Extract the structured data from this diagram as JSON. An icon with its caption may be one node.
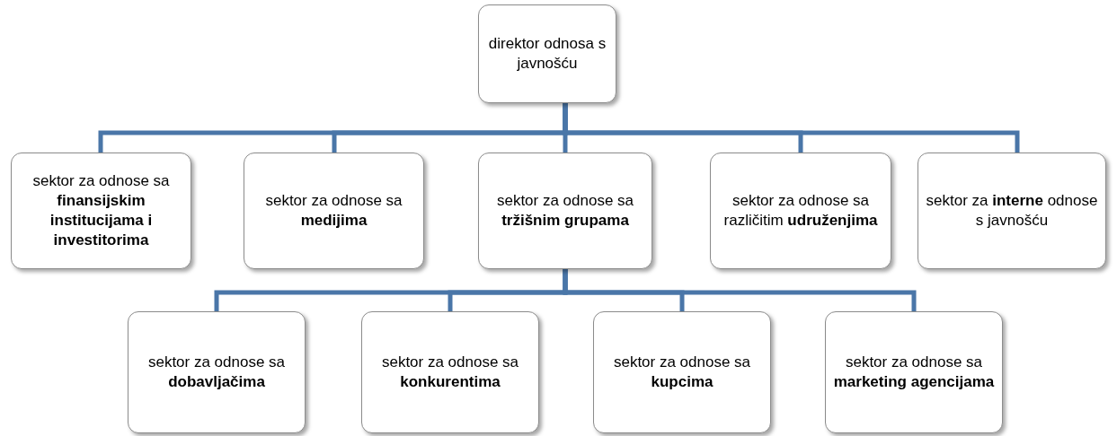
{
  "diagram": {
    "nodes": [
      {
        "text": [
          "direktor odnosa s javnošću"
        ]
      },
      {
        "text": [
          "sektor za odnose sa **finansijskim institucijama i investitorima**"
        ]
      },
      {
        "text": [
          "sektor za odnose sa **medijima**"
        ]
      },
      {
        "text": [
          "sektor za odnose sa **tržišnim grupama**"
        ]
      },
      {
        "text": [
          "sektor za odnose sa različitim **udruženjima**"
        ]
      },
      {
        "text": [
          "sektor za **interne** odnose s javnošću"
        ]
      },
      {
        "text": [
          "sektor za odnose sa **dobavljačima**"
        ]
      },
      {
        "text": [
          "sektor za odnose sa **konkurentima**"
        ]
      },
      {
        "text": [
          "sektor za odnose sa **kupcima**"
        ]
      },
      {
        "text": [
          "sektor za odnose sa **marketing agencijama**"
        ]
      }
    ],
    "edges": [
      {
        "from": 0,
        "to": 1,
        "arrow": "none"
      },
      {
        "from": 0,
        "to": 2,
        "arrow": "none"
      },
      {
        "from": 0,
        "to": 3,
        "arrow": "none"
      },
      {
        "from": 0,
        "to": 4,
        "arrow": "none"
      },
      {
        "from": 0,
        "to": 5,
        "arrow": "none"
      },
      {
        "from": 3,
        "to": 6,
        "arrow": "none"
      },
      {
        "from": 3,
        "to": 7,
        "arrow": "none"
      },
      {
        "from": 3,
        "to": 8,
        "arrow": "none"
      },
      {
        "from": 3,
        "to": 9,
        "arrow": "none"
      }
    ]
  }
}
